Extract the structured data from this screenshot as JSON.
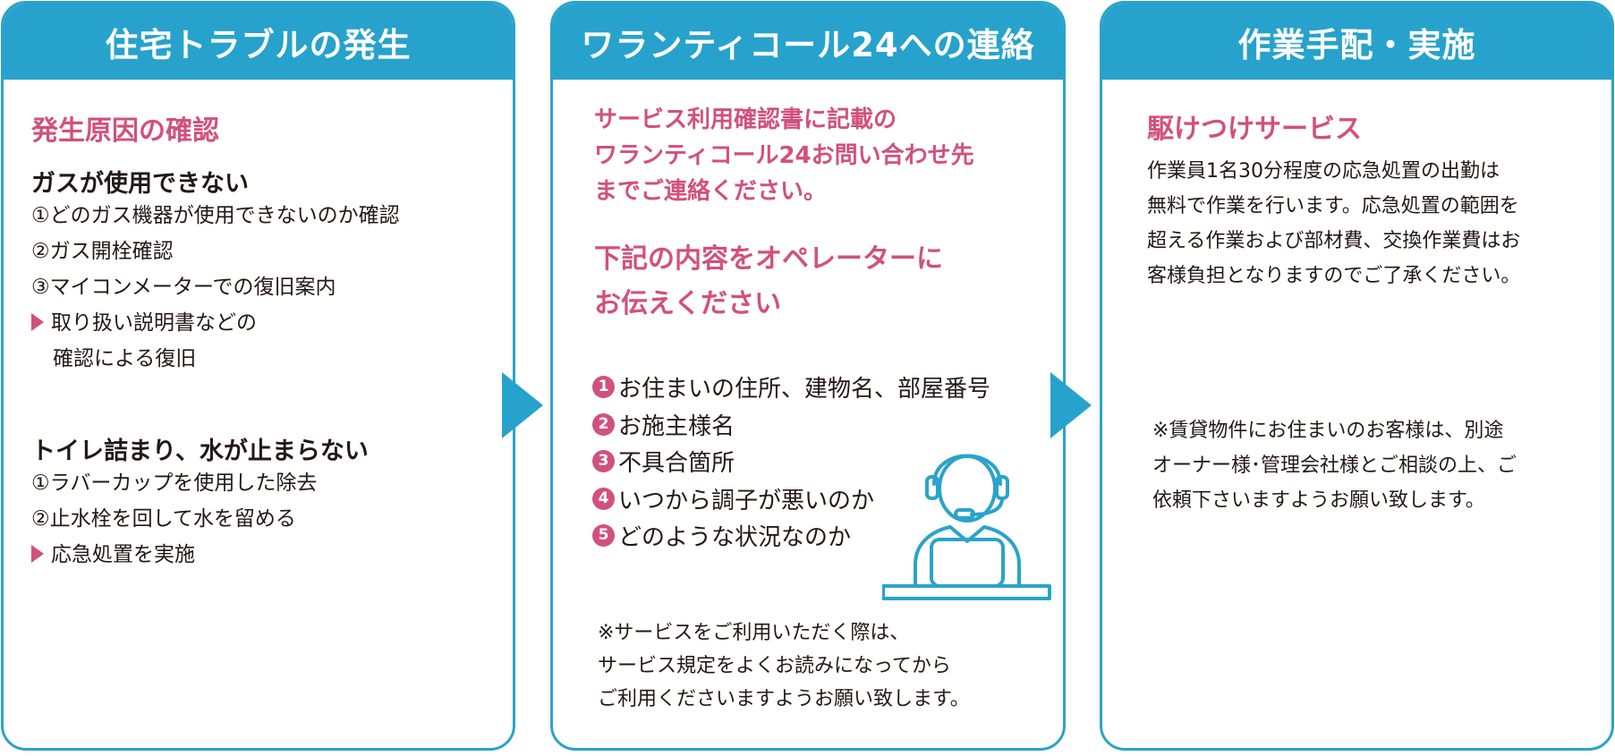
{
  "colors": {
    "accent": "#27a2cc",
    "pink": "#d2507d",
    "text": "#231815"
  },
  "step1": {
    "header": "住宅トラブルの発生",
    "section_title": "発生原因の確認",
    "gas": {
      "title": "ガスが使用できない",
      "items": [
        "①どのガス機器が使用できないのか確認",
        "②ガス開栓確認",
        "③マイコンメーターでの復旧案内"
      ],
      "result_line1": "取り扱い説明書などの",
      "result_line2": "確認による復旧"
    },
    "toilet": {
      "title": "トイレ詰まり、水が止まらない",
      "items": [
        "①ラバーカップを使用した除去",
        "②止水栓を回して水を留める"
      ],
      "result": "応急処置を実施"
    }
  },
  "step2": {
    "header": "ワランティコール24への連絡",
    "contact_lines": [
      "サービス利用確認書に記載の",
      "ワランティコール24お問い合わせ先",
      "までご連絡ください。"
    ],
    "tell_lines": [
      "下記の内容をオペレーターに",
      "お伝えください"
    ],
    "items": [
      {
        "num": "1",
        "text": "お住まいの住所、建物名、部屋番号"
      },
      {
        "num": "2",
        "text": "お施主様名"
      },
      {
        "num": "3",
        "text": "不具合箇所"
      },
      {
        "num": "4",
        "text": "いつから調子が悪いのか"
      },
      {
        "num": "5",
        "text": "どのような状況なのか"
      }
    ],
    "note_lines": [
      "※サービスをご利用いただく際は、",
      "サービス規定をよくお読みになってから",
      "ご利用くださいますようお願い致します。"
    ],
    "operator_icon": "headset-operator-icon"
  },
  "step3": {
    "header": "作業手配・実施",
    "section_title": "駆けつけサービス",
    "desc_lines": [
      "作業員1名30分程度の応急処置の出勤は",
      "無料で作業を行います。応急処置の範囲を",
      "超える作業および部材費、交換作業費はお",
      "客様負担となりますのでご了承ください。"
    ],
    "note_lines": [
      "※賃貸物件にお住まいのお客様は、別途",
      "オーナー様･管理会社様とご相談の上、ご",
      "依頼下さいますようお願い致します。"
    ]
  }
}
